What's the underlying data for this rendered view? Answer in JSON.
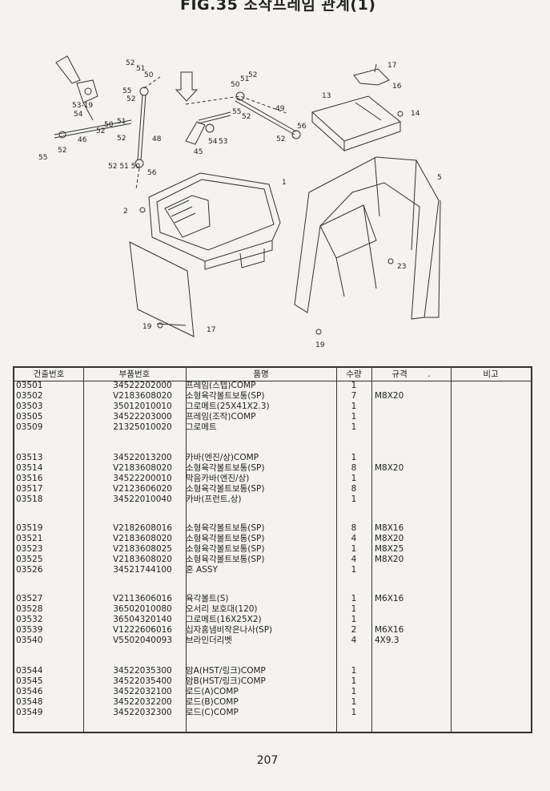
{
  "page": {
    "title": "FIG.35 조작프레임 관계(1)",
    "page_number": "207"
  },
  "diagram_labels": {
    "l52a": "52",
    "l51a": "51",
    "l50a": "50",
    "l55a": "55",
    "l52b": "52",
    "l5319": "53-19",
    "l54a": "54",
    "l50b": "50",
    "l51b": "51",
    "l52c": "52",
    "l52d": "52",
    "l46": "46",
    "l55b": "55",
    "l52e": "52",
    "l48": "48",
    "l525150": "52 51 50",
    "l56a": "56",
    "l50c": "50",
    "l51c": "51",
    "l52f": "52",
    "l55c": "55",
    "l52g": "52",
    "l49": "49",
    "l52h": "52",
    "l56b": "56",
    "l45": "45",
    "l54b": "54",
    "l53": "53",
    "l1": "1",
    "l2": "2",
    "l13": "13",
    "l17a": "17",
    "l16": "16",
    "l14": "14",
    "l5": "5",
    "l23": "23",
    "l19a": "19",
    "l17b": "17",
    "l19b": "19"
  },
  "table": {
    "headers": {
      "no": "건출번호",
      "part": "부품번호",
      "name": "품명",
      "qty": "수량",
      "spec": "규격",
      "remark": "비고"
    },
    "spec_mark": ".",
    "groups": [
      [
        {
          "no": "03501",
          "part": "34522202000",
          "name": "프레임(스텝)COMP",
          "qty": "1",
          "spec": ""
        },
        {
          "no": "03502",
          "part": "V2183608020",
          "name": "소형육각볼트보통(SP)",
          "qty": "7",
          "spec": "M8X20"
        },
        {
          "no": "03503",
          "part": "35012010010",
          "name": "그로메트(25X41X2.3)",
          "qty": "1",
          "spec": ""
        },
        {
          "no": "03505",
          "part": "34522203000",
          "name": "프레임(조작)COMP",
          "qty": "1",
          "spec": ""
        },
        {
          "no": "03509",
          "part": "21325010020",
          "name": "그로메트",
          "qty": "1",
          "spec": ""
        }
      ],
      [
        {
          "no": "03513",
          "part": "34522013200",
          "name": "카바(엔진/상)COMP",
          "qty": "1",
          "spec": ""
        },
        {
          "no": "03514",
          "part": "V2183608020",
          "name": "소형육각볼트보통(SP)",
          "qty": "8",
          "spec": "M8X20"
        },
        {
          "no": "03516",
          "part": "34522200010",
          "name": "막음카바(엔진/상)",
          "qty": "1",
          "spec": ""
        },
        {
          "no": "03517",
          "part": "V2123606020",
          "name": "소형육각볼트보통(SP)",
          "qty": "8",
          "spec": ""
        },
        {
          "no": "03518",
          "part": "34522010040",
          "name": "카바(프런트,상)",
          "qty": "1",
          "spec": ""
        }
      ],
      [
        {
          "no": "03519",
          "part": "V2182608016",
          "name": "소형육각볼트보통(SP)",
          "qty": "8",
          "spec": "M8X16"
        },
        {
          "no": "03521",
          "part": "V2183608020",
          "name": "소형육각볼트보통(SP)",
          "qty": "4",
          "spec": "M8X20"
        },
        {
          "no": "03523",
          "part": "V2183608025",
          "name": "소형육각볼트보통(SP)",
          "qty": "1",
          "spec": "M8X25"
        },
        {
          "no": "03525",
          "part": "V2183608020",
          "name": "소형육각볼트보통(SP)",
          "qty": "4",
          "spec": "M8X20"
        },
        {
          "no": "03526",
          "part": "34521744100",
          "name": "혼 ASSY",
          "qty": "1",
          "spec": ""
        }
      ],
      [
        {
          "no": "03527",
          "part": "V2113606016",
          "name": "육각볼트(S)",
          "qty": "1",
          "spec": "M6X16"
        },
        {
          "no": "03528",
          "part": "36502010080",
          "name": "오서리 보호대(120)",
          "qty": "1",
          "spec": ""
        },
        {
          "no": "03532",
          "part": "36504320140",
          "name": "그로메트(16X25X2)",
          "qty": "1",
          "spec": ""
        },
        {
          "no": "03539",
          "part": "V1222606016",
          "name": "십자홈냄비작은나사(SP)",
          "qty": "2",
          "spec": "M6X16"
        },
        {
          "no": "03540",
          "part": "V5502040093",
          "name": "브라인더리벳",
          "qty": "4",
          "spec": "4X9.3"
        }
      ],
      [
        {
          "no": "03544",
          "part": "34522035300",
          "name": "암A(HST/링크)COMP",
          "qty": "1",
          "spec": ""
        },
        {
          "no": "03545",
          "part": "34522035400",
          "name": "암B(HST/링크)COMP",
          "qty": "1",
          "spec": ""
        },
        {
          "no": "03546",
          "part": "34522032100",
          "name": "로드(A)COMP",
          "qty": "1",
          "spec": ""
        },
        {
          "no": "03548",
          "part": "34522032200",
          "name": "로드(B)COMP",
          "qty": "1",
          "spec": ""
        },
        {
          "no": "03549",
          "part": "34522032300",
          "name": "로드(C)COMP",
          "qty": "1",
          "spec": ""
        }
      ]
    ]
  }
}
